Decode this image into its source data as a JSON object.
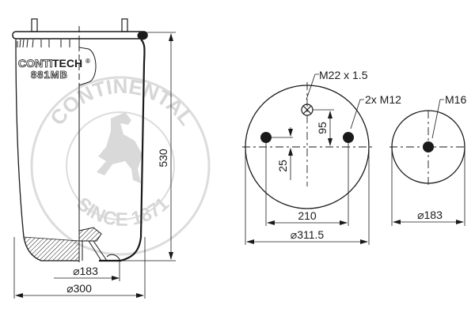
{
  "drawing": {
    "brand": {
      "name_part1": "CONTI",
      "name_part2": "TECH",
      "registered": "®",
      "model": "881MB"
    },
    "watermark": {
      "top_arc": "CONTINENTAL",
      "bottom_arc": "SINCE 1871",
      "icon": "rearing-horse-icon"
    },
    "side_view": {
      "height_label": "530",
      "bottom_dia_label": "⌀183",
      "body_dia_label": "⌀300"
    },
    "top_plate": {
      "center_port_label": "M22 x 1.5",
      "studs_label": "2x M12",
      "offset_vertical_label": "95",
      "offset_stud_label": "25",
      "stud_spacing_label": "210",
      "plate_dia_label": "⌀311.5"
    },
    "bottom_plate": {
      "bolt_label": "M16",
      "plate_dia_label": "⌀183"
    },
    "colors": {
      "line": "#1a1a1a",
      "watermark": "#d6d6d6",
      "background": "#ffffff"
    }
  }
}
